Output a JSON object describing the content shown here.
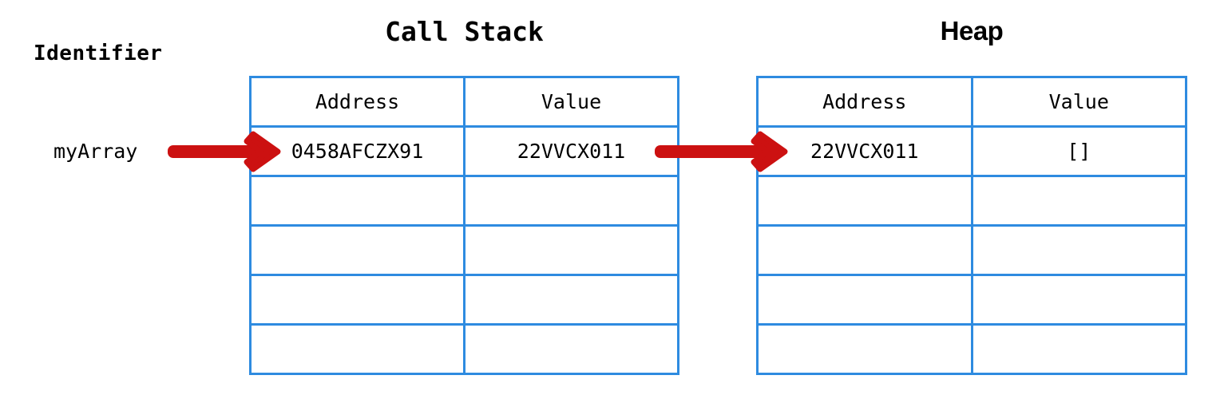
{
  "diagram": {
    "identifier_label": "Identifier",
    "variable_name": "myArray",
    "border_color": "#2E8BE0",
    "arrow_color": "#CC1111",
    "text_color": "#000000",
    "background_color": "#FFFFFF"
  },
  "call_stack": {
    "title": "Call Stack",
    "columns": [
      "Address",
      "Value"
    ],
    "rows": [
      {
        "address": "0458AFCZX91",
        "value": "22VVCX011"
      },
      {
        "address": "",
        "value": ""
      },
      {
        "address": "",
        "value": ""
      },
      {
        "address": "",
        "value": ""
      },
      {
        "address": "",
        "value": ""
      }
    ]
  },
  "heap": {
    "title": "Heap",
    "columns": [
      "Address",
      "Value"
    ],
    "rows": [
      {
        "address": "22VVCX011",
        "value": "[]"
      },
      {
        "address": "",
        "value": ""
      },
      {
        "address": "",
        "value": ""
      },
      {
        "address": "",
        "value": ""
      },
      {
        "address": "",
        "value": ""
      }
    ]
  },
  "arrows": [
    {
      "name": "identifier-to-stack-arrow",
      "from": "myArray",
      "to": "0458AFCZX91"
    },
    {
      "name": "stack-value-to-heap-arrow",
      "from": "22VVCX011",
      "to": "22VVCX011"
    }
  ]
}
